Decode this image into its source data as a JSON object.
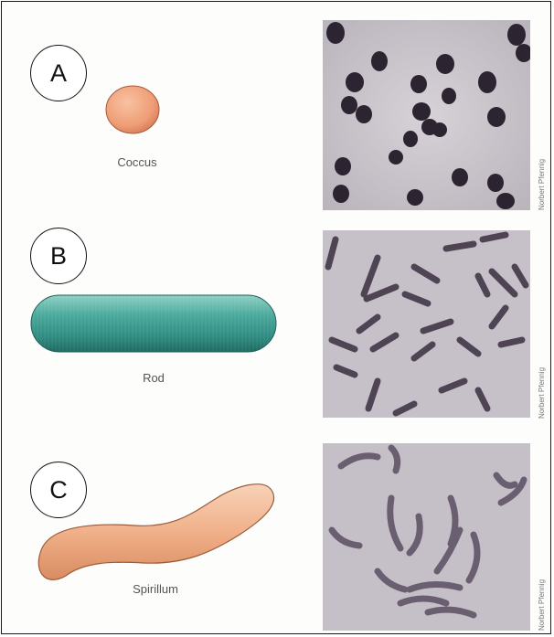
{
  "panels": [
    {
      "letter": "A",
      "shape_label": "Coccus",
      "credit": "Norbert Pfennig"
    },
    {
      "letter": "B",
      "shape_label": "Rod",
      "credit": "Norbert Pfennig"
    },
    {
      "letter": "C",
      "shape_label": "Spirillum",
      "credit": "Norbert Pfennig"
    }
  ],
  "colors": {
    "coccus": "#f0a07a",
    "rod": "#3fa59a",
    "spirillum": "#f0b088",
    "micrograph_bg": "#c9c5cb",
    "cell_dark": "#2c2430",
    "cell_medium": "#6a5f70"
  }
}
